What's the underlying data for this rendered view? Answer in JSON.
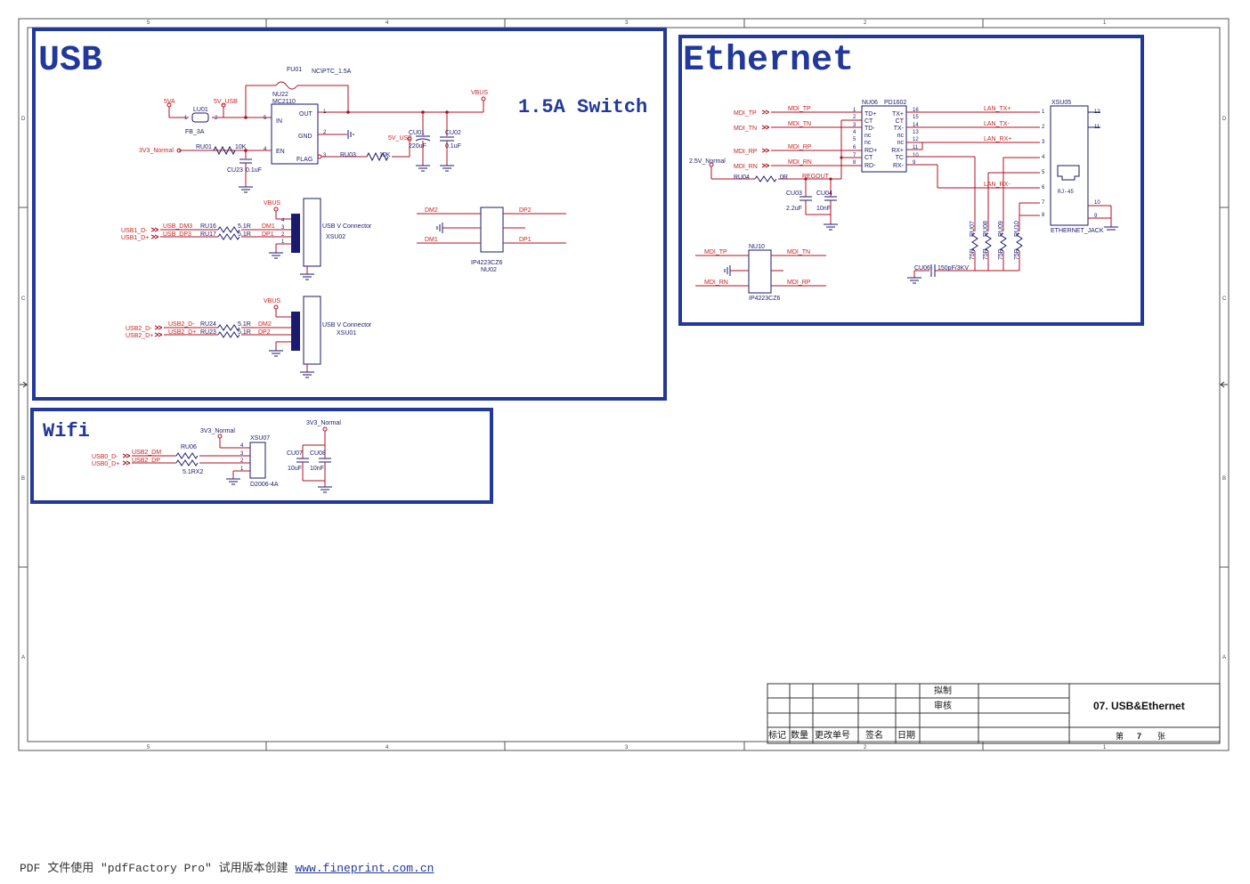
{
  "frame": {
    "col_labels": [
      "5",
      "4",
      "3",
      "2",
      "1"
    ],
    "row_labels": [
      "D",
      "C",
      "B",
      "A"
    ]
  },
  "sections": {
    "usb": "USB",
    "ethernet": "Ethernet",
    "wifi": "Wifi",
    "switch_note": "1.5A Switch"
  },
  "usb_power": {
    "fu01": "FU01",
    "fu01_val": "NC\\PTC_1.5A",
    "nu22": "NU22",
    "nu22_part": "MC2110",
    "pin_in": "IN",
    "pin_out": "OUT",
    "pin_gnd": "GND",
    "pin_en": "EN",
    "pin_flag": "FLAG",
    "lu01": "LU01",
    "lu01_val": "FB_3A",
    "net_5va": "5VA",
    "net_5vusb": "5V_USB",
    "net_3v3": "3V3_Normal",
    "ru01": "RU01",
    "ru01_val": "10K",
    "cu23": "CU23",
    "cu23_val": "0.1uF",
    "vbus": "VBUS",
    "ru03": "RU03",
    "ru03_val": "10K",
    "cu01": "CU01",
    "cu01_val": "220uF",
    "cu02": "CU02",
    "cu02_val": "0.1uF"
  },
  "usb_ports": {
    "vbus": "VBUS",
    "connector": "USB V Connector",
    "xsu02": "XSU02",
    "xsu01": "XSU01",
    "usb1_dm": "USB1_D-",
    "usb1_dp": "USB1_D+",
    "usb_dm3": "USB_DM3",
    "usb_dp3": "USB_DP3",
    "ru16": "RU16",
    "ru17": "RU17",
    "r_val": "5.1R",
    "dm1": "DM1",
    "dp1": "DP1",
    "usb2_dm": "USB2_D-",
    "usb2_dp": "USB2_D+",
    "usb2_dm_net": "USB2_D-",
    "usb2_dp_net": "USB2_D+",
    "ru24": "RU24",
    "ru23": "RU23",
    "dm2": "DM2",
    "dp2": "DP2"
  },
  "esd": {
    "dm2": "DM2",
    "dp2": "DP2",
    "dm1": "DM1",
    "dp1": "DP1",
    "part": "IP4223CZ6",
    "ref": "NU02"
  },
  "ethernet": {
    "mdi_tp": "MDI_TP",
    "mdi_tn": "MDI_TN",
    "mdi_rp": "MDI_RP",
    "mdi_rn": "MDI_RN",
    "nu06": "NU06",
    "nu06_part": "PD1602",
    "left_pins": [
      "TD+",
      "CT",
      "TD-",
      "nc",
      "nc",
      "RD+",
      "CT",
      "RD-"
    ],
    "right_pins": [
      "TX+",
      "CT",
      "TX-",
      "nc",
      "nc",
      "RX+",
      "TC",
      "RX-"
    ],
    "lan_txp": "LAN_TX+",
    "lan_txn": "LAN_TX-",
    "lan_rxp": "LAN_RX+",
    "lan_rxn": "LAN_RX-",
    "net_25v": "2.5V_Normal",
    "ru04": "RU04",
    "ru04_val": "0R",
    "regout": "REGOUT",
    "cu03": "CU03",
    "cu03_val": "2.2uF",
    "cu04": "CU04",
    "cu04_val": "10nF",
    "xsu05": "XSU05",
    "rj45": "RJ-45",
    "jack": "ETHERNET_JACK",
    "ru07": "RU07",
    "ru08": "RU08",
    "ru09": "RU09",
    "ru10": "RU10",
    "r75": "75R",
    "cu06": "CU06",
    "cu06_val": "150pF/3KV",
    "nu10": "NU10",
    "nu10_part": "IP4223CZ6"
  },
  "wifi": {
    "net_3v3": "3V3_Normal",
    "xsu07": "XSU07",
    "xsu07_part": "D2006-4A",
    "ru06": "RU06",
    "ru06_val": "5.1RX2",
    "usb0_dm": "USB0_D-",
    "usb0_dp": "USB0_D+",
    "usb2_dm": "USB2_DM",
    "usb2_dp": "USB2_DP",
    "cu07": "CU07",
    "cu07_val": "10uF",
    "cu08": "CU08",
    "cu08_val": "10nF"
  },
  "title_block": {
    "draft": "拟制",
    "review": "审核",
    "hdr_mark": "标记",
    "hdr_qty": "数量",
    "hdr_change": "更改单号",
    "hdr_sign": "签名",
    "hdr_date": "日期",
    "sheet_title": "07. USB&Ethernet",
    "page_prefix": "第",
    "page_num": "7",
    "page_suffix": "张"
  },
  "footer": {
    "text": "PDF 文件使用 \"pdfFactory Pro\" 试用版本创建 ",
    "link": "www.fineprint.com.cn"
  }
}
